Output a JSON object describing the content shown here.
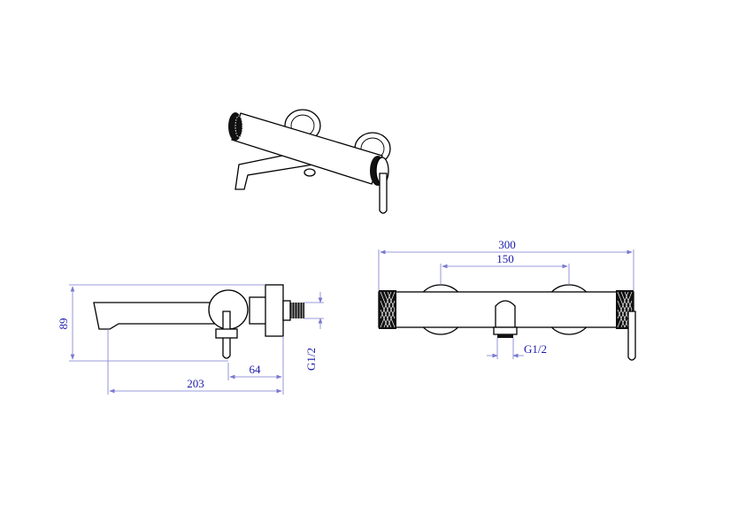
{
  "drawing": {
    "side_view": {
      "height_label": "89",
      "offset_label": "64",
      "length_label": "203",
      "thread_label": "G1/2"
    },
    "front_view": {
      "overall_width_label": "300",
      "center_distance_label": "150",
      "thread_label": "G1/2"
    },
    "colors": {
      "dimension_text": "#1a1aa8",
      "dimension_line": "#7a7ad0",
      "object_line": "#000000"
    }
  }
}
